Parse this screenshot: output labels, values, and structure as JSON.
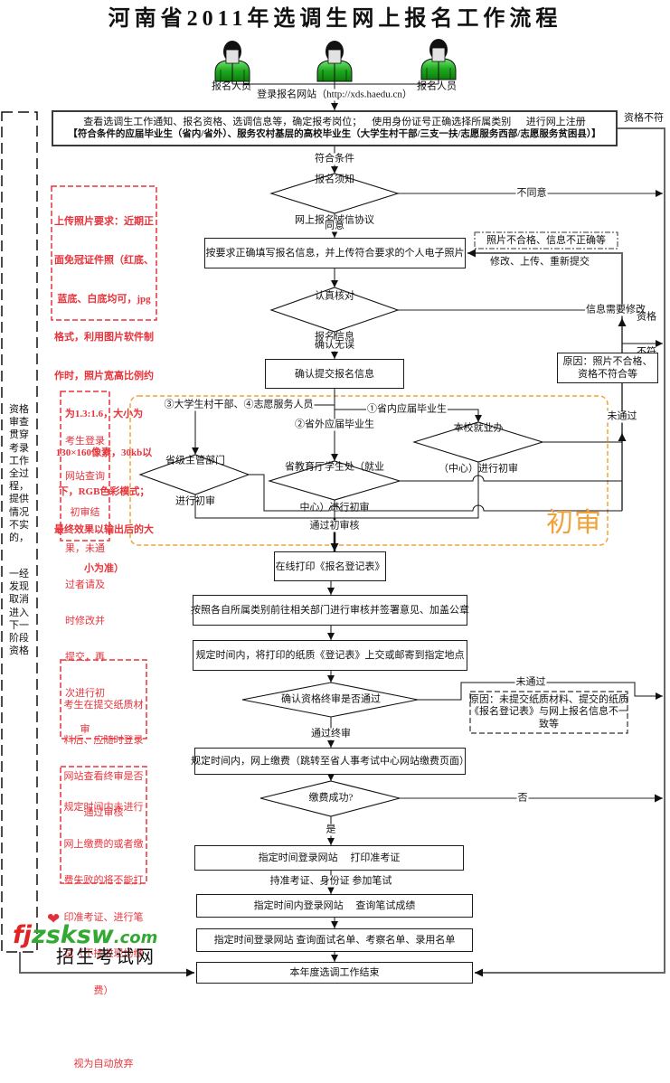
{
  "title": "河南省2011年选调生网上报名工作流程",
  "colors": {
    "note_red": "#e8333b",
    "prelim_orange": "#f0a33c",
    "person_green": "#1fa81f",
    "connector_gray": "#666666"
  },
  "applicants": {
    "person_icons": [
      "person-icon",
      "person-icon",
      "person-icon"
    ],
    "left_label": "报名人员",
    "right_label": "报名人员",
    "login_site": "登录报名网站（http://xds.haedu.cn）"
  },
  "flow": {
    "register": {
      "line1": "查看选调生工作通知、报名资格、选调信息等，确定报考岗位；    使用身份证号正确选择所属类别      进行网上注册",
      "line2": "【符合条件的应届毕业生（省内/省外）、服务农村基层的高校毕业生（大学生村干部/三支一扶/志愿服务西部/志愿服务贫困县）】"
    },
    "notice_decision": {
      "line1": "报名须知",
      "line2": "网上报名诚信协议"
    },
    "fill_info": "按要求正确填写报名信息，并上传符合要求的个人电子照片",
    "verify_decision": {
      "line1": "认真核对",
      "line2": "报名信息"
    },
    "confirm_submit": "确认提交报名信息",
    "prelim": {
      "group_label": "初审",
      "provincial_dept": {
        "line1": "省级主管部门",
        "line2": "进行初审"
      },
      "edu_dept": {
        "line1": "省教育厅学生处（就业",
        "line2": "中心）进行初审"
      },
      "school_office": {
        "line1": "本校就业办",
        "line2": "（中心）进行初审"
      },
      "category_village_volunteer": "③大学生村干部、④志愿服务人员",
      "category_in_province": "①省内应届毕业生",
      "category_out_province": "②省外应届毕业生",
      "passed": "通过初审核",
      "not_passed": "未通过"
    },
    "print_form": "在线打印《报名登记表》",
    "review_stamp": "按照各自所属类别前往相关部门进行审核并签署意见、加盖公章",
    "submit_paper": "规定时间内，将打印的纸质《登记表》上交或邮寄到指定地点",
    "final_decision": "确认资格终审是否通过",
    "pay_online": "规定时间内，网上缴费（跳转至省人事考试中心网站缴费页面）",
    "pay_decision": "缴费成功?",
    "print_ticket": "指定时间登录网站     打印准考证",
    "query_score": "指定时间内登录网站     查询笔试成绩",
    "query_lists": "指定时间登录网站 查询面试名单、考察名单、录用名单",
    "end": "本年度选调工作结束"
  },
  "edge_labels": {
    "qualification_mismatch_top": "资格不符",
    "eligible": "符合条件",
    "disagree": "不同意",
    "agree": "同意",
    "photo_issue": "照片不合格、信息不正确等",
    "revise_resubmit": "修改、上传、重新提交",
    "info_needs_change": "信息需要修改",
    "confirmed_correct": "确认无误",
    "qualification_mismatch_mid": {
      "line1": "资格",
      "line2": "不符"
    },
    "reason_prelim": {
      "line1": "原因：照片不合格、",
      "line2": "资格不符合等"
    },
    "not_passed_final": "未通过",
    "reason_final": {
      "line1": "原因：未提交纸质材料、提交的纸质",
      "line2": "《报名登记表》与网上报名信息不一",
      "line3": "致等"
    },
    "passed_final": "通过终审",
    "pay_no": "否",
    "pay_yes": "是",
    "attend_exam": "持准考证、身份证 参加笔试"
  },
  "side_notes": {
    "audit_rule": {
      "part1": [
        "资格",
        "审查",
        "贯穿",
        "考录",
        "工作",
        "全过",
        "程，",
        "提供",
        "情况",
        "不实",
        "的，"
      ],
      "part2": [
        "一经",
        "发现",
        "取消",
        "进入",
        "下一",
        "阶段",
        "资格"
      ]
    },
    "photo_requirements": [
      "上传照片要求：近期正",
      "面免冠证件照（红底、",
      "蓝底、白底均可，jpg",
      "格式，利用图片软件制",
      "作时，照片宽高比例约",
      "为1.3:1.6，大小为",
      "130×160像素，30kb以",
      "下，RGB色彩模式；",
      "最终效果以输出后的大",
      "小为准）"
    ],
    "prelim_query": [
      "考生登录",
      "网站查询",
      "初审结",
      "果，未通",
      "过者请及",
      "时修改并",
      "提交，再",
      "次进行初",
      "审"
    ],
    "final_query": [
      "考生在提交纸质材",
      "料后、应随时登录",
      "网站查看终审是否",
      "通过审核"
    ],
    "payment_warning": {
      "lines": [
        "规定时间内未进行",
        "网上缴费的或者缴",
        "费失败的将不能打",
        "印准考证、进行笔",
        "试（不接收现场缴",
        "费）"
      ],
      "conclusion": "视为自动放弃"
    }
  },
  "watermark": {
    "brand_red": "fj",
    "brand_green": "zsksw",
    "brand_tld": ".com",
    "tagline": "招生考试网",
    "icon": "heart-icon"
  }
}
